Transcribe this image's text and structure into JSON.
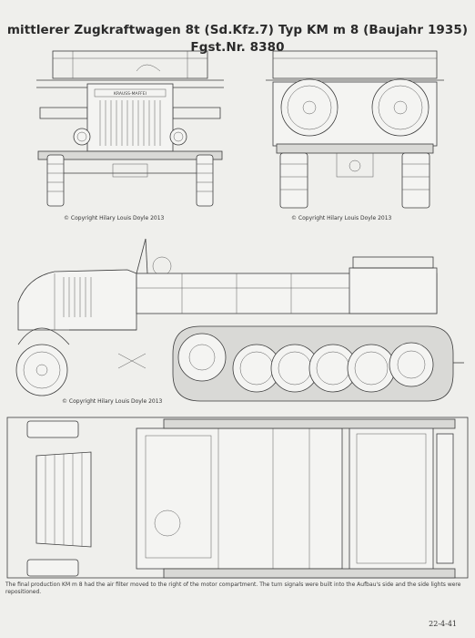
{
  "title": {
    "line1": "mittlerer Zugkraftwagen 8t (Sd.Kfz.7) Typ KM m 8 (Baujahr 1935)",
    "line2": "Fgst.Nr. 8380"
  },
  "front_view": {
    "copyright": "© Copyright Hilary Louis Doyle 2013",
    "grille_badge": "KRAUSS-MAFFEI"
  },
  "rear_view": {
    "copyright": "© Copyright Hilary Louis Doyle 2013"
  },
  "side_view": {
    "copyright": "© Copyright Hilary Louis Doyle 2013"
  },
  "caption": "The final production KM m 8 had the air filter moved to the right of the motor compartment. The turn signals were built into the Aufbau's side and the side lights were repositioned.",
  "page_number": "22-4-41"
}
